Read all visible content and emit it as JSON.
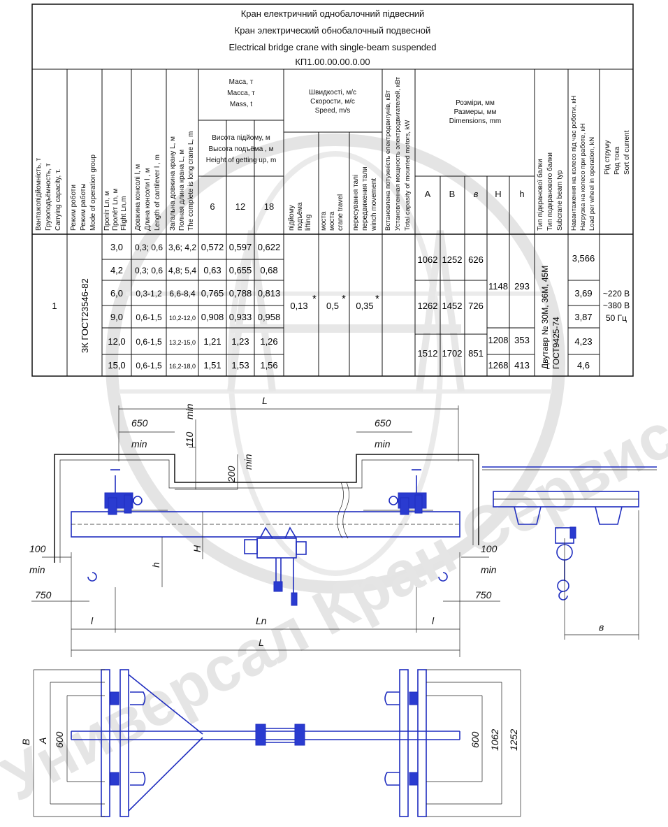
{
  "title": {
    "line1": "Кран електричний однобалочний підвесний",
    "line2": "Кран электрический обнобалочный подвесной",
    "line3": "Electrical bridge crane with single-beam suspended",
    "code": "КП1.00.00.00.0.00"
  },
  "headers": {
    "capacity": [
      "Вантажопідйомність, т",
      "Грузоподъёмность, т",
      "Carrying capacity, т."
    ],
    "mode": [
      "Режим роботи",
      "Режим  работы",
      "Mode of operation group"
    ],
    "span": [
      "Пропіт Ln, м",
      "Пролёт Ln, м",
      "Flight  Ln,m"
    ],
    "cantilever": [
      "Довжина консолі l, м",
      "Длина консоли l , м",
      "Length of cantilever l , m"
    ],
    "length": [
      "Загальна довжина крану L, м",
      "Полная длина крана L, м",
      "The complete is long crane L, m"
    ],
    "mass": [
      "Маса, т",
      "Масса, т",
      "Mass, t"
    ],
    "height": [
      "Висота підйому, м",
      "Высота подъёма , м",
      "Height of getting up, m"
    ],
    "heights": [
      "6",
      "12",
      "18"
    ],
    "speed": [
      "Швидкості, м/с",
      "Скорости, м/с",
      "Speed, m/s"
    ],
    "speed_lifting": [
      "підйому",
      "подъёма",
      "lifting"
    ],
    "speed_bridge": [
      "моста",
      "моста",
      "crane travel"
    ],
    "speed_trolley": [
      "пересування талі",
      "передвижения тали",
      "winch movement"
    ],
    "power": [
      "Встановлена потужність електродвигунів, кВт",
      "Установленная мощность электродвигателей, кВт",
      "Total capasity of mounted motors, kW"
    ],
    "dims": [
      "Розміри, мм",
      "Размеры, мм",
      "Dimensions, mm"
    ],
    "dim_cols": [
      "A",
      "B",
      "в",
      "H",
      "h"
    ],
    "beam": [
      "Тип підкранової балки",
      "Тип подкранового балки",
      "Subcrane beam typ"
    ],
    "wheel": [
      "Навантаження на колесо під час роботи, кН",
      "Нагрузка на колесо при работе, кН",
      "Load per wheel in operation, kN"
    ],
    "current": [
      "Рід струму",
      "Род тока",
      "Sort of current"
    ]
  },
  "rows": {
    "capacity": "1",
    "mode": "3К ГОСТ23546-82",
    "span": [
      "3,0",
      "4,2",
      "6,0",
      "9,0",
      "12,0",
      "15,0"
    ],
    "cantilever": [
      "0,3; 0,6",
      "0,3; 0,6",
      "0,3-1,2",
      "0,6-1,5",
      "0,6-1,5",
      "0,6-1,5"
    ],
    "length": [
      "3,6; 4,2",
      "4,8; 5,4",
      "6,6-8,4",
      "10,2-12,0",
      "13,2-15,0",
      "16,2-18,0"
    ],
    "mass6": [
      "0,572",
      "0,63",
      "0,765",
      "0,908",
      "1,21",
      "1,51"
    ],
    "mass12": [
      "0,597",
      "0,655",
      "0,788",
      "0,933",
      "1,23",
      "1,53"
    ],
    "mass18": [
      "0,622",
      "0,68",
      "0,813",
      "0,958",
      "1,26",
      "1,56"
    ],
    "speed_lifting": "0,13",
    "speed_bridge": "0,5",
    "speed_trolley": "0,35",
    "star": "*",
    "dimA": [
      "1062",
      "1262",
      "1512"
    ],
    "dimB": [
      "1252",
      "1452",
      "1702"
    ],
    "dimV": [
      "626",
      "726",
      "851"
    ],
    "dimH": [
      "1148",
      "1208",
      "1268"
    ],
    "dimh": [
      "293",
      "353",
      "413"
    ],
    "beam": [
      "Двутавр №  30М, 36М, 45М",
      "ГОСТ9425-74"
    ],
    "wheel": [
      "3,566",
      "3,69",
      "3,87",
      "4,23",
      "4,6"
    ],
    "current": [
      "~220 В",
      "~380 В",
      "50 Гц"
    ]
  },
  "drawing": {
    "L": "L",
    "Ln": "Ln",
    "l": "l",
    "H": "H",
    "h": "h",
    "v": "в",
    "A": "A",
    "B": "B",
    "d650": "650",
    "d110": "110",
    "d200": "200",
    "d100": "100",
    "d750": "750",
    "d600": "600",
    "d1062": "1062",
    "d1252": "1252",
    "min": "min"
  },
  "watermark": "Универсал Кран Сервис",
  "colors": {
    "beam": "#1f2dbf",
    "line": "#111111",
    "watermark": "#d6d6d6"
  }
}
